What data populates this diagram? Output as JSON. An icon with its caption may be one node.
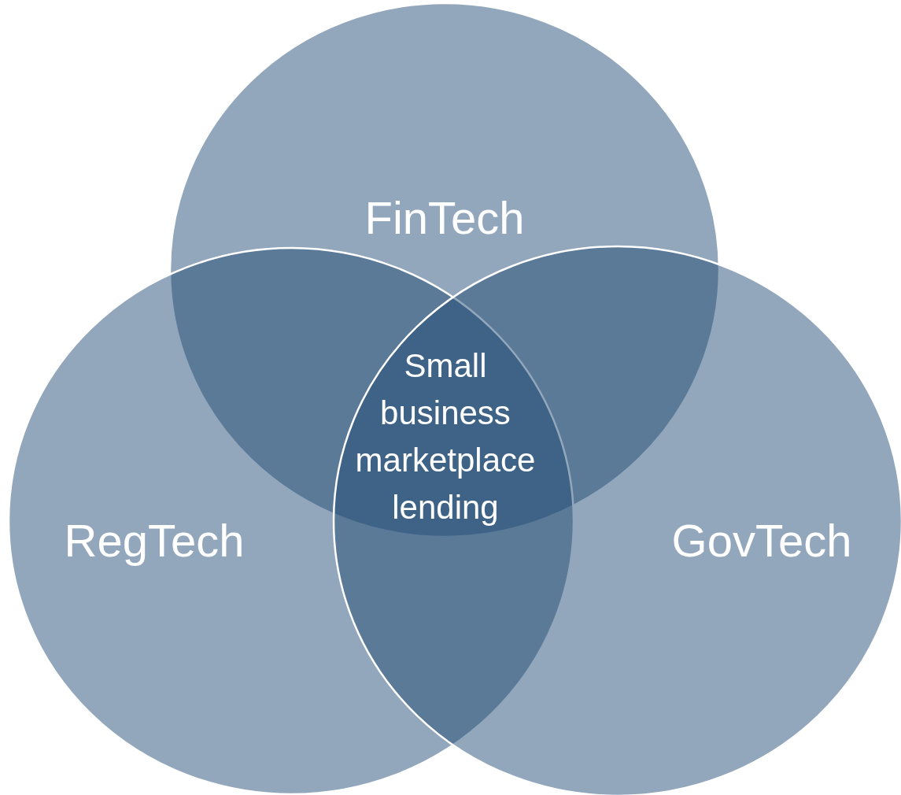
{
  "diagram": {
    "nodes": [
      {
        "text": [
          "FinTech"
        ]
      },
      {
        "text": [
          "RegTech"
        ]
      },
      {
        "text": [
          "GovTech"
        ]
      }
    ],
    "labels": [
      "Small business marketplace lending"
    ]
  }
}
